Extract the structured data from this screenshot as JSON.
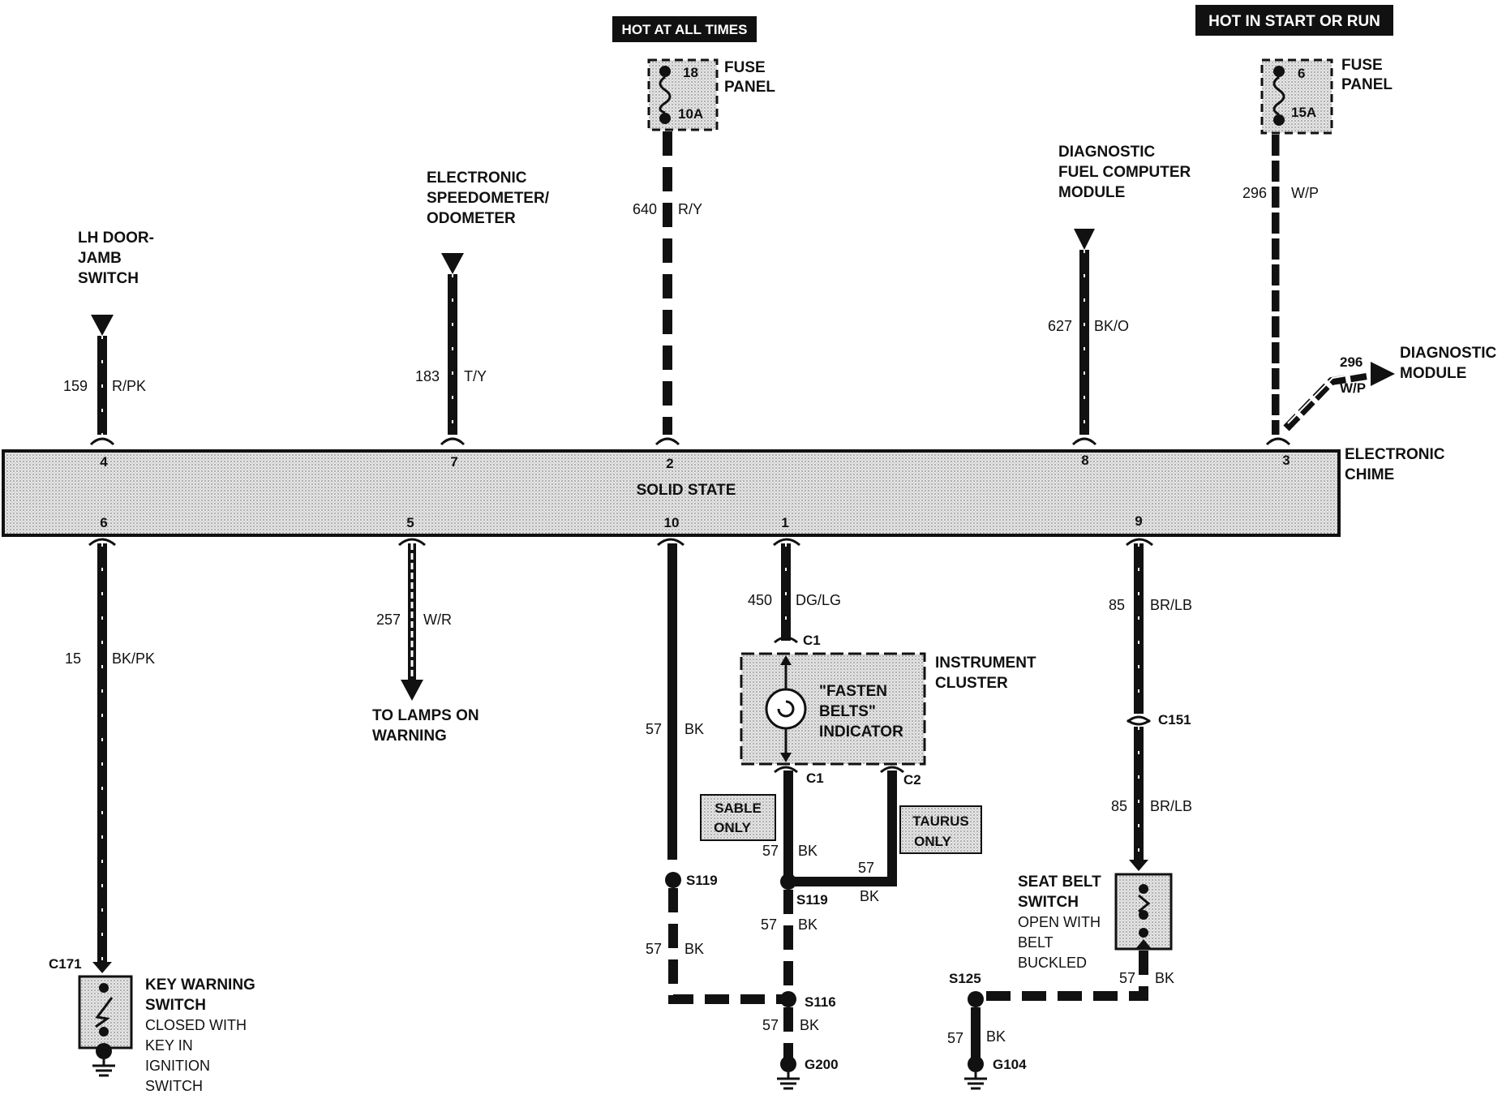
{
  "power": {
    "hot_all_times": "HOT AT ALL TIMES",
    "hot_start_run": "HOT IN START OR RUN",
    "fuse_a": {
      "line1": "FUSE",
      "line2": "PANEL",
      "number": "18",
      "rating": "10A"
    },
    "fuse_b": {
      "line1": "FUSE",
      "line2": "PANEL",
      "number": "6",
      "rating": "15A"
    }
  },
  "components": {
    "lh_door": [
      "LH DOOR-",
      "JAMB",
      "SWITCH"
    ],
    "speedo": [
      "ELECTRONIC",
      "SPEEDOMETER/",
      "ODOMETER"
    ],
    "dfcm": [
      "DIAGNOSTIC",
      "FUEL COMPUTER",
      "MODULE"
    ],
    "diag_module": [
      "DIAGNOSTIC",
      "MODULE"
    ],
    "chime": [
      "ELECTRONIC",
      "CHIME"
    ],
    "chime_inner": "SOLID STATE",
    "lamps_on": [
      "TO LAMPS ON",
      "WARNING"
    ],
    "cluster": [
      "INSTRUMENT",
      "CLUSTER"
    ],
    "indicator": [
      "\"FASTEN",
      "BELTS\"",
      "INDICATOR"
    ],
    "sable": [
      "SABLE",
      "ONLY"
    ],
    "taurus": [
      "TAURUS",
      "ONLY"
    ],
    "key_switch": [
      "KEY WARNING",
      "SWITCH",
      "CLOSED WITH",
      "KEY IN",
      "IGNITION",
      "SWITCH"
    ],
    "seat_switch": [
      "SEAT BELT",
      "SWITCH",
      "OPEN WITH",
      "BELT",
      "BUCKLED"
    ]
  },
  "pins": {
    "top": [
      "4",
      "7",
      "2",
      "8",
      "3"
    ],
    "bottom": [
      "6",
      "5",
      "10",
      "1",
      "9"
    ]
  },
  "wires": {
    "w159": {
      "circuit": "159",
      "color": "R/PK"
    },
    "w183": {
      "circuit": "183",
      "color": "T/Y"
    },
    "w640": {
      "circuit": "640",
      "color": "R/Y"
    },
    "w627": {
      "circuit": "627",
      "color": "BK/O"
    },
    "w296": {
      "circuit": "296",
      "color": "W/P"
    },
    "w296b": {
      "circuit": "296",
      "color": "W/P"
    },
    "w15": {
      "circuit": "15",
      "color": "BK/PK"
    },
    "w257": {
      "circuit": "257",
      "color": "W/R"
    },
    "w57a": {
      "circuit": "57",
      "color": "BK"
    },
    "w450": {
      "circuit": "450",
      "color": "DG/LG"
    },
    "w85a": {
      "circuit": "85",
      "color": "BR/LB"
    },
    "w85b": {
      "circuit": "85",
      "color": "BR/LB"
    },
    "w57b": {
      "circuit": "57",
      "color": "BK"
    },
    "w57c": {
      "circuit": "57",
      "color": "BK"
    },
    "w57d": {
      "circuit": "57",
      "color": "BK"
    },
    "w57e": {
      "circuit": "57",
      "color": "BK"
    },
    "w57f": {
      "circuit": "57",
      "color": "BK"
    },
    "w57g": {
      "circuit": "57",
      "color": "BK"
    },
    "w57h": {
      "circuit": "57",
      "color": "BK"
    }
  },
  "connectors": {
    "c1_top": "C1",
    "c1_bot": "C1",
    "c2": "C2",
    "c151": "C151",
    "c171": "C171",
    "s119a": "S119",
    "s119b": "S119",
    "s116": "S116",
    "s125": "S125",
    "g200": "G200",
    "g104": "G104"
  }
}
